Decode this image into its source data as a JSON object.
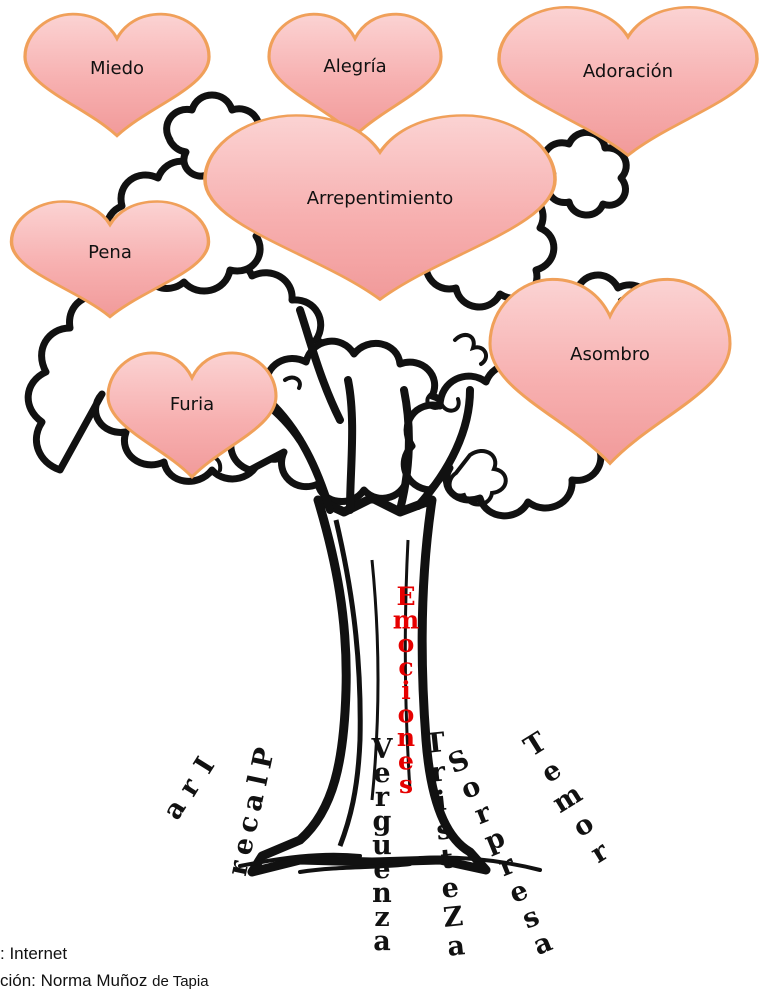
{
  "hearts": [
    {
      "id": "miedo",
      "label": "Miedo"
    },
    {
      "id": "alegria",
      "label": "Alegría"
    },
    {
      "id": "adoracion",
      "label": "Adoración"
    },
    {
      "id": "arrepentimiento",
      "label": "Arrepentimiento"
    },
    {
      "id": "pena",
      "label": "Pena"
    },
    {
      "id": "asombro",
      "label": "Asombro"
    },
    {
      "id": "furia",
      "label": "Furia"
    }
  ],
  "trunk_word": "Emociones",
  "roots": [
    {
      "id": "ira",
      "text": "Ira"
    },
    {
      "id": "placer",
      "text": "Placer"
    },
    {
      "id": "verguenza",
      "text": "Verguenza"
    },
    {
      "id": "tristeza",
      "text": "TristeZa"
    },
    {
      "id": "sorpresa",
      "text": "Sorpresa"
    },
    {
      "id": "temor",
      "text": "Temor"
    }
  ],
  "credits": {
    "source": ": Internet",
    "author_prefix": "ción: Norma Muñoz",
    "author_suffix": "de Tapia"
  },
  "colors": {
    "heart_fill": "#f7b3b3",
    "heart_stroke": "#f0a05a",
    "trunk_word": "#e60000",
    "ink": "#111111"
  }
}
